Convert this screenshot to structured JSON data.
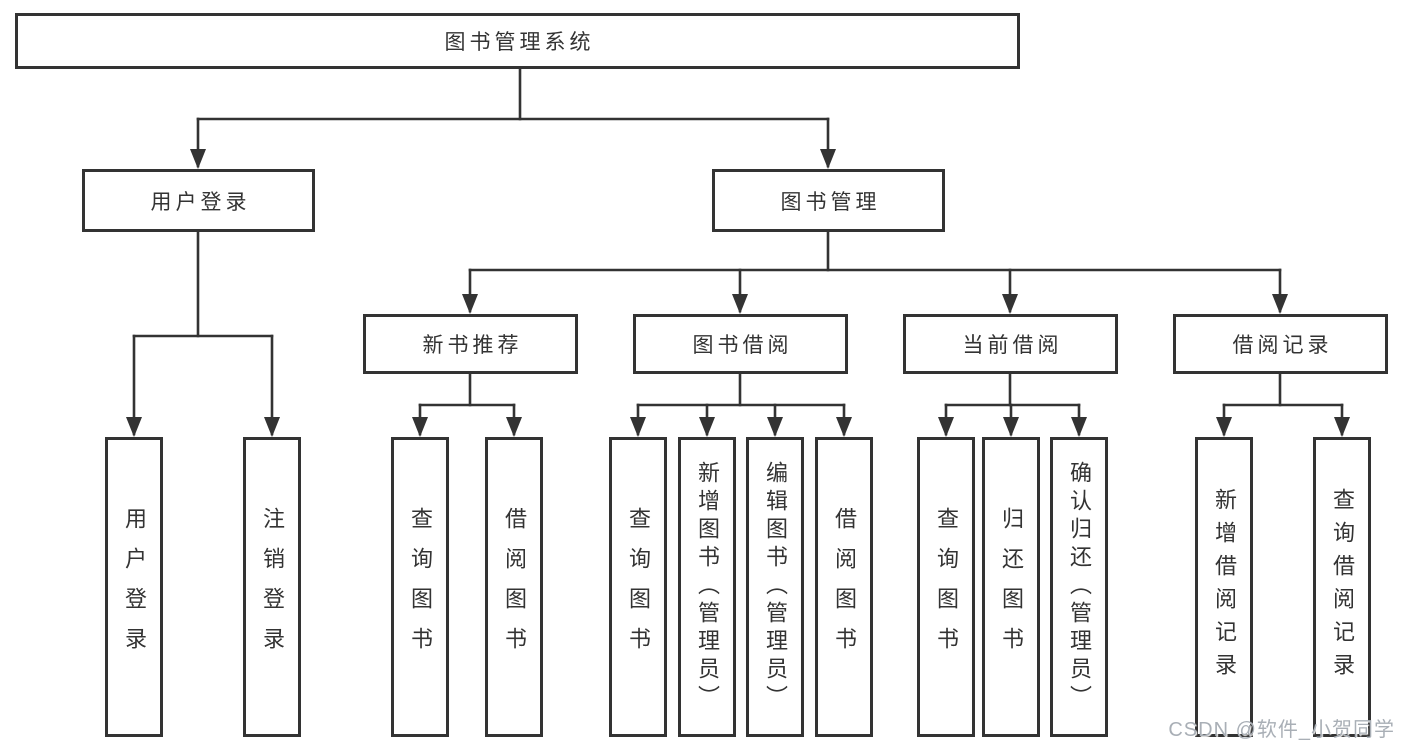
{
  "diagram": {
    "root": {
      "label": "图书管理系统"
    },
    "level2": [
      {
        "label": "用户登录",
        "children": [
          {
            "label": "用户登录"
          },
          {
            "label": "注销登录"
          }
        ]
      },
      {
        "label": "图书管理",
        "children": [
          {
            "label": "新书推荐",
            "children": [
              {
                "label": "查询图书"
              },
              {
                "label": "借阅图书"
              }
            ]
          },
          {
            "label": "图书借阅",
            "children": [
              {
                "label": "查询图书"
              },
              {
                "label": "新增图书（管理员）"
              },
              {
                "label": "编辑图书（管理员）"
              },
              {
                "label": "借阅图书"
              }
            ]
          },
          {
            "label": "当前借阅",
            "children": [
              {
                "label": "查询图书"
              },
              {
                "label": "归还图书"
              },
              {
                "label": "确认归还（管理员）"
              }
            ]
          },
          {
            "label": "借阅记录",
            "children": [
              {
                "label": "新增借阅记录"
              },
              {
                "label": "查询借阅记录"
              }
            ]
          }
        ]
      }
    ]
  },
  "watermark": {
    "text": "CSDN @软件_小贺同学"
  },
  "colors": {
    "line": "#333333",
    "text": "#333333",
    "watermark": "#a9afb6"
  }
}
